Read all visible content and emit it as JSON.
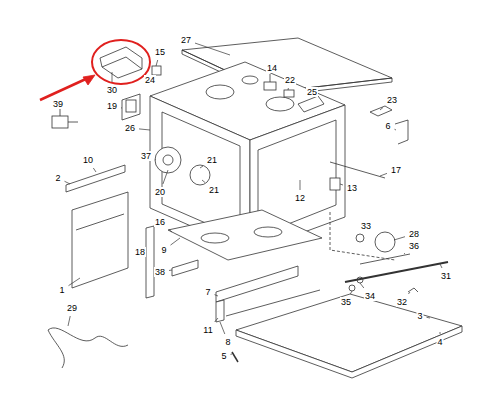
{
  "diagram": {
    "labels": [
      "27",
      "15",
      "24",
      "30",
      "14",
      "22",
      "19",
      "25",
      "26",
      "23",
      "39",
      "6",
      "37",
      "21",
      "21",
      "17",
      "10",
      "2",
      "20",
      "13",
      "12",
      "33",
      "28",
      "16",
      "18",
      "9",
      "36",
      "38",
      "31",
      "34",
      "35",
      "32",
      "29",
      "7",
      "11",
      "3",
      "8",
      "4",
      "1",
      "5"
    ]
  }
}
